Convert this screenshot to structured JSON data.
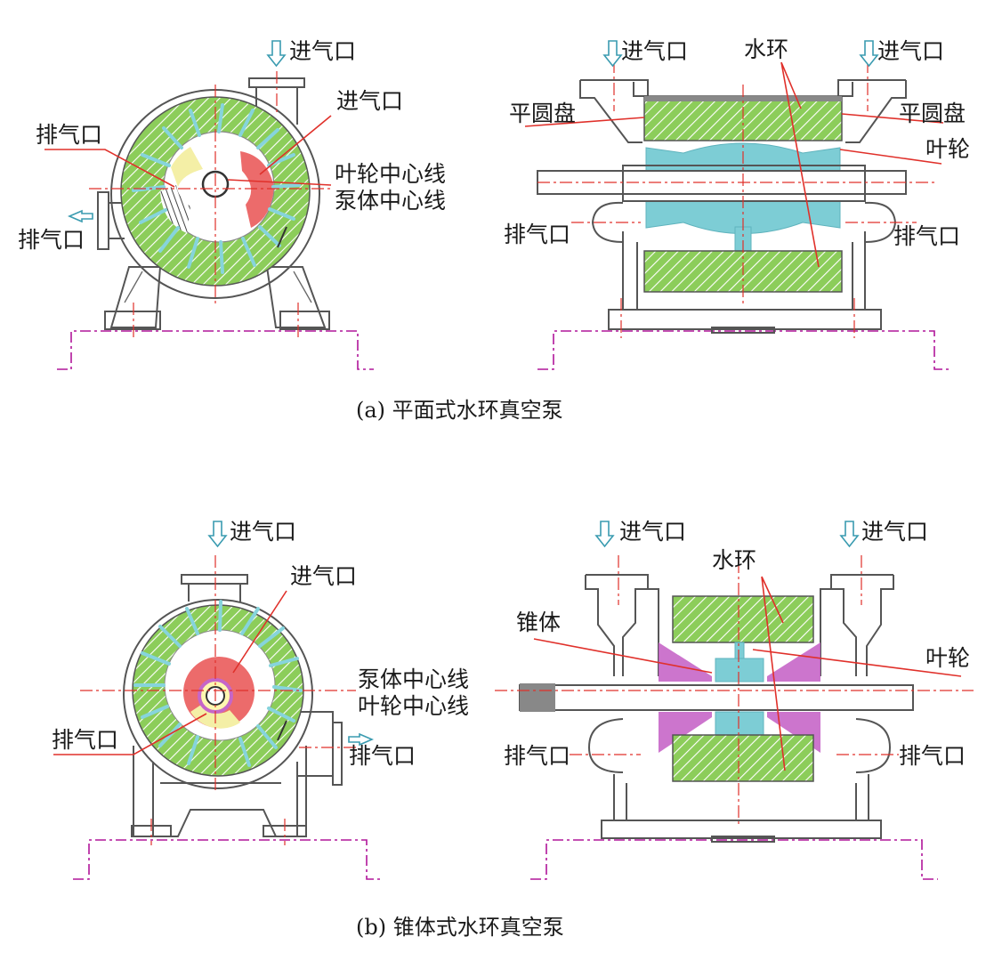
{
  "colors": {
    "water_ring": "#8ccd5a",
    "impeller": "#7dcdd5",
    "intake_zone": "#ec6b6b",
    "exhaust_zone": "#f4efa6",
    "cone": "#c666c8",
    "leader_line": "#e0302a",
    "foundation": "#b0169a",
    "flow_arrow": "#3a9bb0"
  },
  "icons": [
    "down-arrow-icon",
    "right-arrow-icon",
    "left-arrow-icon"
  ],
  "panel_a": {
    "caption": "(a) 平面式水环真空泵",
    "front": {
      "inlet_top": "进气口",
      "inlet_port": "进气口",
      "exhaust_port": "排气口",
      "exhaust_outlet": "排气口",
      "impeller_centerline": "叶轮中心线",
      "casing_centerline": "泵体中心线"
    },
    "side": {
      "inlet_left": "进气口",
      "inlet_right": "进气口",
      "water_ring": "水环",
      "flat_disk_left": "平圆盘",
      "flat_disk_right": "平圆盘",
      "impeller": "叶轮",
      "exhaust_left": "排气口",
      "exhaust_right": "排气口"
    }
  },
  "panel_b": {
    "caption": "(b) 锥体式水环真空泵",
    "front": {
      "inlet_top": "进气口",
      "inlet_port": "进气口",
      "casing_centerline": "泵体中心线",
      "impeller_centerline": "叶轮中心线",
      "exhaust_port": "排气口",
      "exhaust_outlet": "排气口"
    },
    "side": {
      "inlet_left": "进气口",
      "inlet_right": "进气口",
      "water_ring": "水环",
      "cone": "锥体",
      "impeller": "叶轮",
      "exhaust_left": "排气口",
      "exhaust_right": "排气口"
    }
  }
}
